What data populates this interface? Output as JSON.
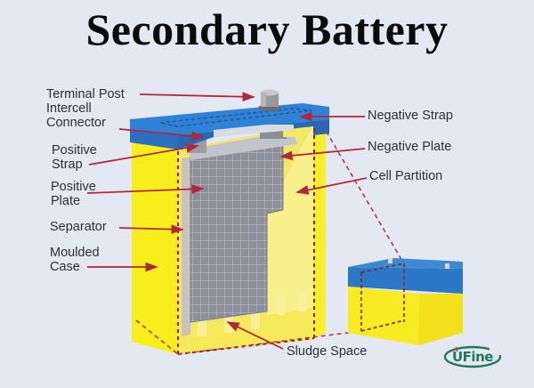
{
  "title": "Secondary Battery",
  "labels": {
    "terminal_post": "Terminal Post",
    "intercell_connector_line1": "Intercell",
    "intercell_connector_line2": "Connector",
    "positive_strap_line1": "Positive",
    "positive_strap_line2": "Strap",
    "positive_plate_line1": "Positive",
    "positive_plate_line2": "Plate",
    "separator": "Separator",
    "moulded_case_line1": "Moulded",
    "moulded_case_line2": "Case",
    "negative_strap": "Negative Strap",
    "negative_plate": "Negative Plate",
    "cell_partition": "Cell Partition",
    "sludge_space": "Sludge Space"
  },
  "logo": {
    "text": "UFine"
  },
  "colors": {
    "background": "#e4e8f2",
    "case_yellow": "#f7ec2a",
    "lid_blue": "#2f7fd0",
    "plate_gray": "#8e919b",
    "arrow_red": "#b0283a",
    "logo_green": "#1f7a57"
  }
}
